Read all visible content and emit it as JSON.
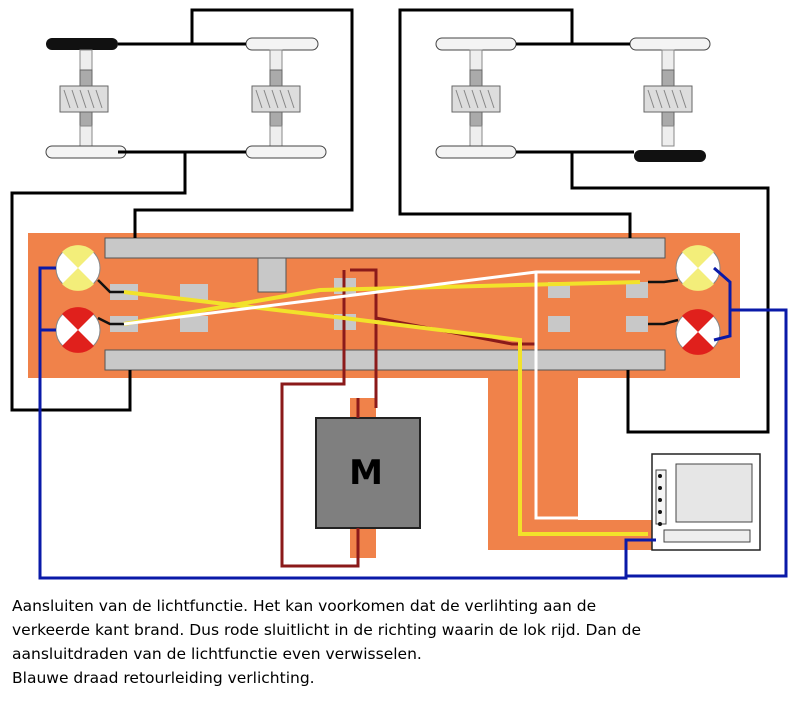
{
  "diagram": {
    "motor_label": "M",
    "colors": {
      "frame": "#f0824a",
      "rail": "#c8c8c8",
      "black_wire": "#000000",
      "red_wire": "#8b1a1a",
      "yellow_wire": "#f2e22a",
      "white_wire": "#ffffff",
      "blue_wire": "#0a1aa8",
      "motor": "#7f7f7f",
      "front_lamp": "#f3ee7a",
      "rear_lamp": "#e0201c"
    }
  },
  "caption": {
    "line1": "Aansluiten van de lichtfunctie. Het kan voorkomen dat de verlihting aan de",
    "line2": "verkeerde kant brand. Dus rode sluitlicht in de richting waarin de lok rijd. Dan de",
    "line3": "aansluitdraden van de lichtfunctie even verwisselen.",
    "line4": "Blauwe draad retourleiding verlichting."
  }
}
